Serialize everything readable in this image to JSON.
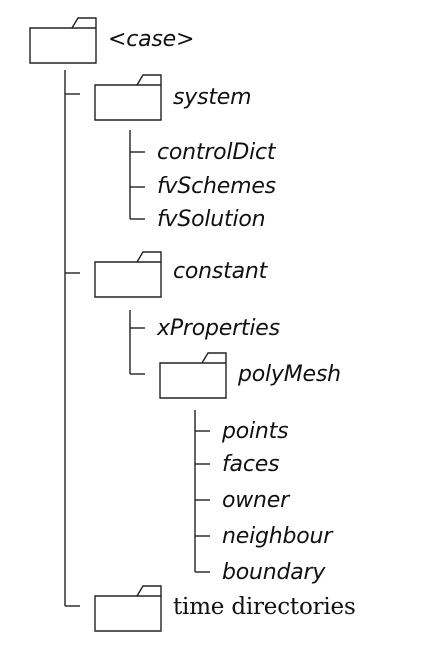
{
  "tree": {
    "root": {
      "open": "<",
      "name": "case",
      "close": ">"
    },
    "system": {
      "label": "system",
      "files": [
        "controlDict",
        "fvSchemes",
        "fvSolution"
      ]
    },
    "constant": {
      "label": "constant",
      "files": [
        "xProperties"
      ],
      "polyMesh": {
        "label": "polyMesh",
        "files": [
          "points",
          "faces",
          "owner",
          "neighbour",
          "boundary"
        ]
      }
    },
    "time_dirs": {
      "label": "time directories"
    }
  },
  "icons": {
    "folder": "folder-icon"
  }
}
